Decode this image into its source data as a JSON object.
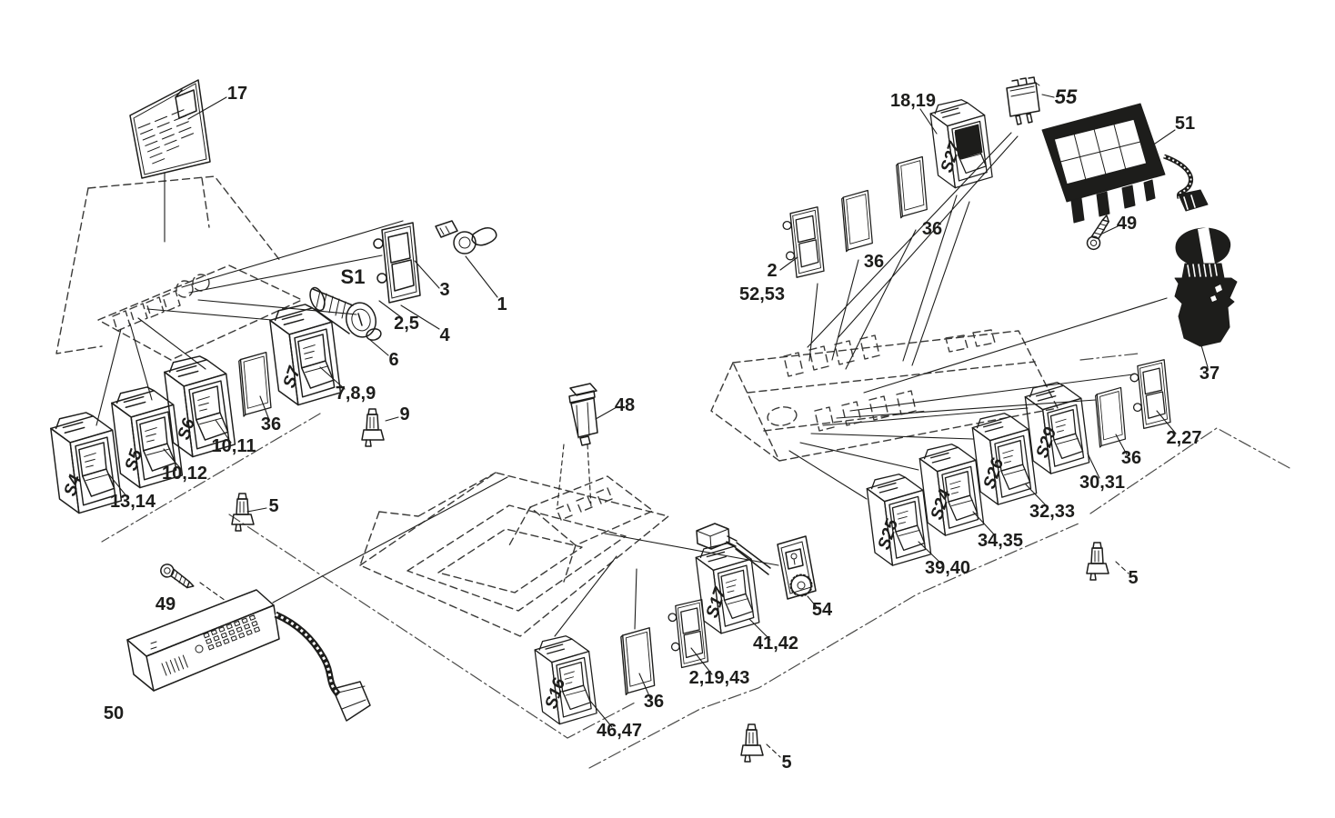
{
  "diagram": {
    "background_color": "#ffffff",
    "ink_color": "#1d1d1b",
    "callouts": {
      "c17": "17",
      "c1": "1",
      "c3": "3",
      "c2_5": "2,5",
      "c4": "4",
      "c6": "6",
      "c7_8_9": "7,8,9",
      "c36_left": "36",
      "c10_11": "10,11",
      "c10_12": "10,12",
      "c13_14": "13,14",
      "c5_left": "5",
      "c9": "9",
      "c48": "48",
      "c49_left": "49",
      "c50": "50",
      "c46_47": "46,47",
      "c36_center": "36",
      "c2_19_43": "2,19,43",
      "c41_42": "41,42",
      "c54": "54",
      "c5_center": "5",
      "c18_19": "18,19",
      "c55": "55",
      "c51": "51",
      "c49_right": "49",
      "c2": "2",
      "c52_53": "52,53",
      "c36_r1": "36",
      "c36_r2": "36",
      "c37": "37",
      "c2_27": "2,27",
      "c36_right": "36",
      "c30_31": "30,31",
      "c32_33": "32,33",
      "c34_35": "34,35",
      "c39_40": "39,40",
      "c5_right": "5"
    },
    "switch_ids": {
      "s1": "S1",
      "s4": "S4",
      "s5": "S5",
      "s6": "S6",
      "s7": "S7",
      "s16": "S16",
      "s17": "S17",
      "s24": "S24",
      "s25": "S25",
      "s26": "S26",
      "s27": "S27",
      "s29": "S29"
    }
  }
}
